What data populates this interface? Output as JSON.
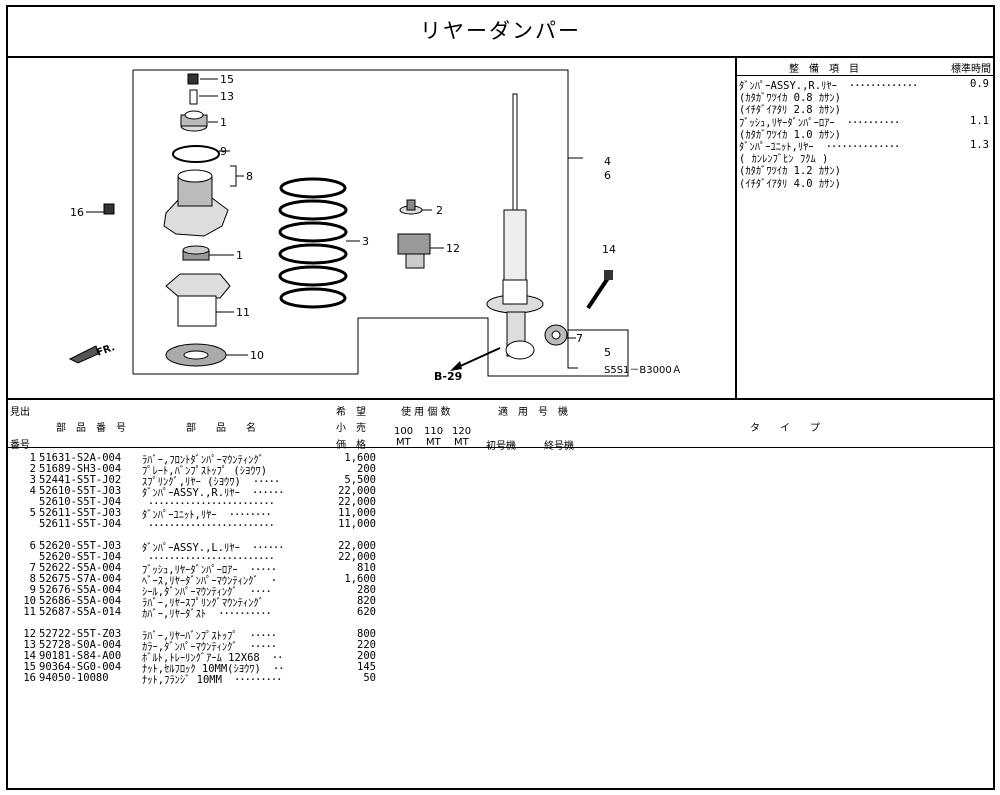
{
  "title": "リヤーダンパー",
  "diagram": {
    "callouts": [
      "15",
      "13",
      "1",
      "9",
      "8",
      "16",
      "2",
      "3",
      "12",
      "1",
      "11",
      "10",
      "4",
      "6",
      "14",
      "7",
      "5"
    ],
    "view_ref": "B-29",
    "fr_mark": "FR.",
    "figure_code": "S5S1－B3000Ａ"
  },
  "labor": {
    "header_item": "整　備　項　目",
    "header_time": "標準時間",
    "rows": [
      {
        "text": "ﾀﾞﾝﾊﾟｰASSY.,R.ﾘﾔｰ  ･････････････",
        "value": "0.9"
      },
      {
        "text": "(ｶﾀｶﾞﾜﾂｲｶ 0.8 ｶｻﾝ)",
        "value": ""
      },
      {
        "text": "(ｲﾁﾀﾞｲｱﾀﾘ 2.8 ｶｻﾝ)",
        "value": ""
      },
      {
        "text": "ﾌﾞｯｼｭ,ﾘﾔｰﾀﾞﾝﾊﾟｰﾛｱｰ  ･･････････",
        "value": "1.1"
      },
      {
        "text": "(ｶﾀｶﾞﾜﾂｲｶ 1.0 ｶｻﾝ)",
        "value": ""
      },
      {
        "text": "ﾀﾞﾝﾊﾟｰﾕﾆｯﾄ,ﾘﾔｰ  ･･････････････",
        "value": "1.3"
      },
      {
        "text": "( ｶﾝﾚﾝﾌﾞﾋﾝ ﾌｸﾑ )",
        "value": ""
      },
      {
        "text": "(ｶﾀｶﾞﾜﾂｲｶ 1.2 ｶｻﾝ)",
        "value": ""
      },
      {
        "text": "(ｲﾁﾀﾞｲｱﾀﾘ 4.0 ｶｻﾝ)",
        "value": ""
      }
    ]
  },
  "table": {
    "headers": {
      "midashi": "見出",
      "bango": "番号",
      "part_no": "部　品　番　号",
      "part_name": "部　　品　　名",
      "price_1": "希　望",
      "price_2": "小　売",
      "price_3": "価　格",
      "qty": "使 用 個 数",
      "mt100": "100",
      "mt110": "110",
      "mt120": "120",
      "mt_a": "MT",
      "mt_b": "MT",
      "mt_c": "MT",
      "applicable": "適　用　号　機",
      "first": "初号機",
      "last": "終号機",
      "type": "タ　　イ　　プ"
    },
    "rows": [
      {
        "no": "1",
        "part_no": "51631-S2A-004",
        "name": "ﾗﾊﾞｰ,ﾌﾛﾝﾄﾀﾞﾝﾊﾟｰﾏｳﾝﾃｨﾝｸﾞ",
        "price": "1,600"
      },
      {
        "no": "2",
        "part_no": "51689-SH3-004",
        "name": "ﾌﾟﾚｰﾄ,ﾊﾞﾝﾌﾟｽﾄｯﾌﾟ (ｼﾖｳﾜ)",
        "price": "200"
      },
      {
        "no": "3",
        "part_no": "52441-S5T-J02",
        "name": "ｽﾌﾟﾘﾝｸﾞ,ﾘﾔｰ (ｼﾖｳﾜ)  ･････",
        "price": "5,500"
      },
      {
        "no": "4",
        "part_no": "52610-S5T-J03",
        "name": "ﾀﾞﾝﾊﾟｰASSY.,R.ﾘﾔｰ  ･･････",
        "price": "22,000"
      },
      {
        "no": "",
        "part_no": "52610-S5T-J04",
        "name": " ････････････････････････",
        "price": "22,000"
      },
      {
        "no": "5",
        "part_no": "52611-S5T-J03",
        "name": "ﾀﾞﾝﾊﾟｰﾕﾆｯﾄ,ﾘﾔｰ  ････････",
        "price": "11,000"
      },
      {
        "no": "",
        "part_no": "52611-S5T-J04",
        "name": " ････････････････････････",
        "price": "11,000"
      },
      {
        "no": "6",
        "part_no": "52620-S5T-J03",
        "name": "ﾀﾞﾝﾊﾟｰASSY.,L.ﾘﾔｰ  ･･････",
        "price": "22,000"
      },
      {
        "no": "",
        "part_no": "52620-S5T-J04",
        "name": " ････････････････････････",
        "price": "22,000"
      },
      {
        "no": "7",
        "part_no": "52622-S5A-004",
        "name": "ﾌﾞｯｼｭ,ﾘﾔｰﾀﾞﾝﾊﾟｰﾛｱｰ  ･････",
        "price": "810"
      },
      {
        "no": "8",
        "part_no": "52675-S7A-004",
        "name": "ﾍﾞｰｽ,ﾘﾔｰﾀﾞﾝﾊﾟｰﾏｳﾝﾃｨﾝｸﾞ  ･",
        "price": "1,600"
      },
      {
        "no": "9",
        "part_no": "52676-S5A-004",
        "name": "ｼｰﾙ,ﾀﾞﾝﾊﾟｰﾏｳﾝﾃｨﾝｸﾞ  ････",
        "price": "280"
      },
      {
        "no": "10",
        "part_no": "52686-S5A-004",
        "name": "ﾗﾊﾞｰ,ﾘﾔｰｽﾌﾟﾘﾝｸﾞﾏｳﾝﾃｨﾝｸﾞ",
        "price": "820"
      },
      {
        "no": "11",
        "part_no": "52687-S5A-014",
        "name": "ｶﾊﾞｰ,ﾘﾔｰﾀﾞｽﾄ  ･･････････",
        "price": "620"
      },
      {
        "no": "12",
        "part_no": "52722-S5T-Z03",
        "name": "ﾗﾊﾞｰ,ﾘﾔｰﾊﾞﾝﾌﾟｽﾄｯﾌﾟ  ･････",
        "price": "800"
      },
      {
        "no": "13",
        "part_no": "52728-S0A-004",
        "name": "ｶﾗｰ,ﾀﾞﾝﾊﾟｰﾏｳﾝﾃｨﾝｸﾞ  ･････",
        "price": "220"
      },
      {
        "no": "14",
        "part_no": "90181-S84-A00",
        "name": "ﾎﾞﾙﾄ,ﾄﾚｰﾘﾝｸﾞｱｰﾑ 12X68  ･･",
        "price": "200"
      },
      {
        "no": "15",
        "part_no": "90364-SG0-004",
        "name": "ﾅｯﾄ,ｾﾙﾌﾛｯｸ 10MM(ｼﾖｳﾜ)  ･･",
        "price": "145"
      },
      {
        "no": "16",
        "part_no": "94050-10080",
        "name": "ﾅｯﾄ,ﾌﾗﾝｼﾞ 10MM  ･････････",
        "price": "50"
      }
    ]
  }
}
